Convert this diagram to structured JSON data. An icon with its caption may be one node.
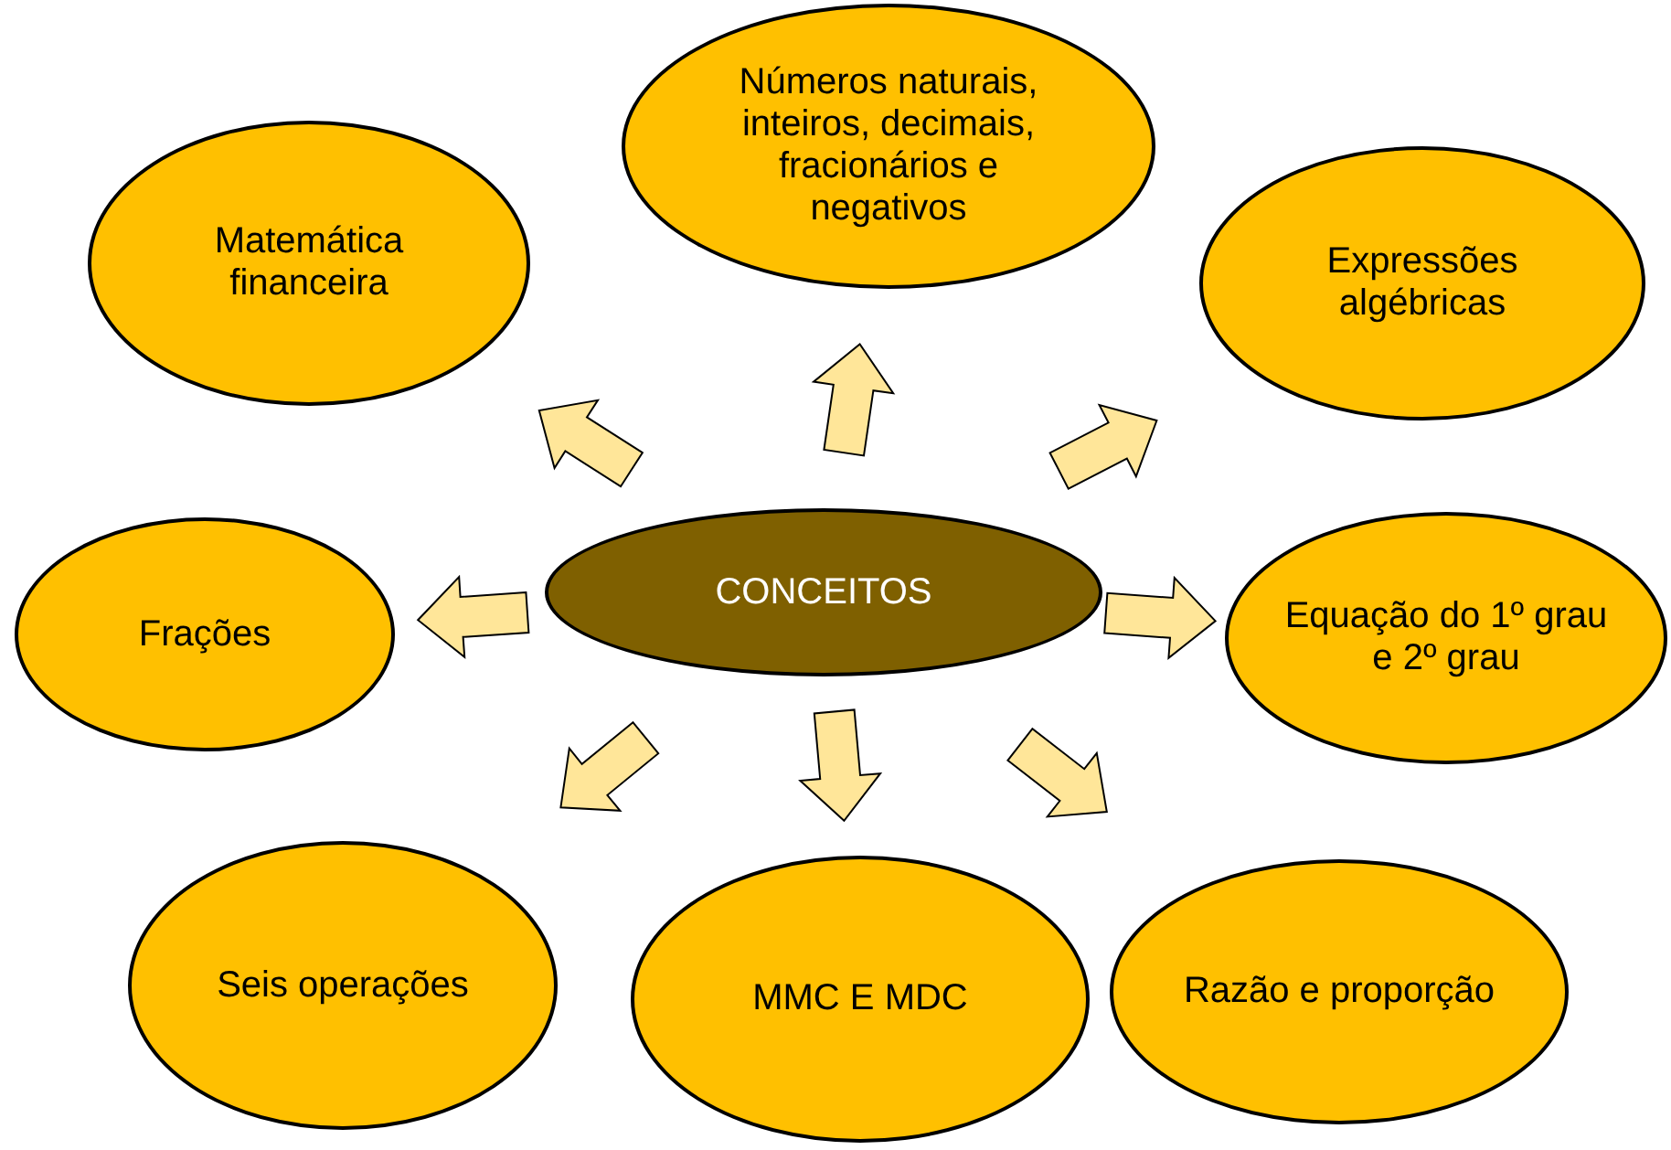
{
  "diagram": {
    "nodes": [
      {
        "text": [
          "CONCEITOS"
        ]
      },
      {
        "text": [
          "Números naturais, inteiros, decimais, fracionários e negativos"
        ]
      },
      {
        "text": [
          "Matemática financeira"
        ]
      },
      {
        "text": [
          "Expressões algébricas"
        ]
      },
      {
        "text": [
          "Frações"
        ]
      },
      {
        "text": [
          "Equação do 1º grau e 2º grau"
        ]
      },
      {
        "text": [
          "Seis operações"
        ]
      },
      {
        "text": [
          "MMC E MDC"
        ]
      },
      {
        "text": [
          "Razão e proporção"
        ]
      }
    ],
    "edges": [
      {
        "from": 0,
        "to": 1,
        "arrow": "to"
      },
      {
        "from": 0,
        "to": 2,
        "arrow": "to"
      },
      {
        "from": 0,
        "to": 3,
        "arrow": "to"
      },
      {
        "from": 0,
        "to": 4,
        "arrow": "to"
      },
      {
        "from": 0,
        "to": 5,
        "arrow": "to"
      },
      {
        "from": 0,
        "to": 6,
        "arrow": "to"
      },
      {
        "from": 0,
        "to": 7,
        "arrow": "to"
      },
      {
        "from": 0,
        "to": 8,
        "arrow": "to"
      }
    ]
  }
}
